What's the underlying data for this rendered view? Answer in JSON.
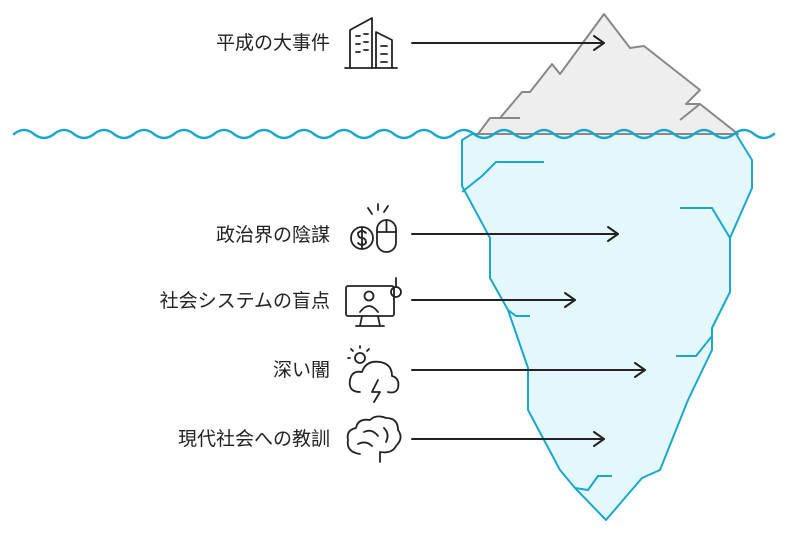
{
  "labels": [
    {
      "id": "heisei",
      "text": "平成の大事件",
      "icon": "buildings-icon"
    },
    {
      "id": "politics",
      "text": "政治界の陰謀",
      "icon": "money-mouse-icon"
    },
    {
      "id": "system",
      "text": "社会システムの盲点",
      "icon": "monitor-user-icon"
    },
    {
      "id": "darkness",
      "text": "深い闇",
      "icon": "storm-cloud-icon"
    },
    {
      "id": "lessons",
      "text": "現代社会への教訓",
      "icon": "brain-icon"
    }
  ],
  "colors": {
    "above_water_fill": "#eeeeee",
    "above_water_stroke": "#888888",
    "below_water_fill": "#e4f7fb",
    "below_water_stroke": "#1aa7cc",
    "wave": "#1aa7cc",
    "arrow": "#222222",
    "text": "#222222"
  }
}
